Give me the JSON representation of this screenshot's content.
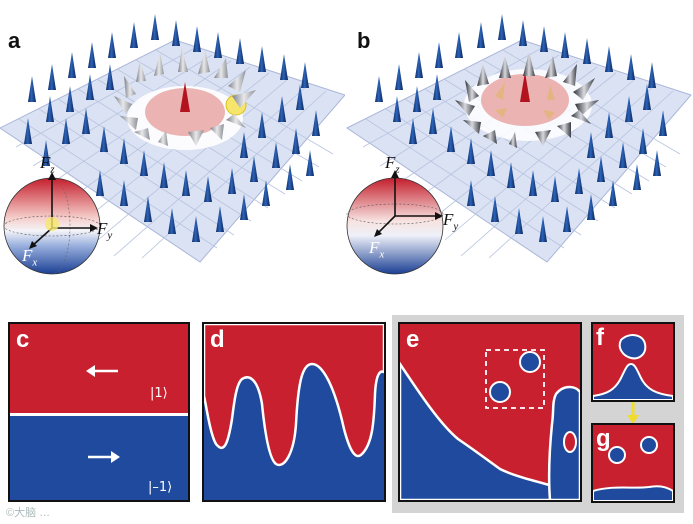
{
  "panels": {
    "a": "a",
    "b": "b",
    "c": "c",
    "d": "d",
    "e": "e",
    "f": "f",
    "g": "g"
  },
  "sphere_labels": {
    "fz": "F",
    "fz_sub": "z",
    "fy": "F",
    "fy_sub": "y",
    "fx": "F",
    "fx_sub": "x"
  },
  "panel_c": {
    "ket_top": "|1⟩",
    "ket_bottom": "|–1⟩"
  },
  "watermark": "©大脑 …",
  "colors": {
    "red": "#c8202f",
    "blue": "#1f4a9e",
    "grid": "#c9d3ea",
    "gray_bg": "#d4d4d4"
  }
}
